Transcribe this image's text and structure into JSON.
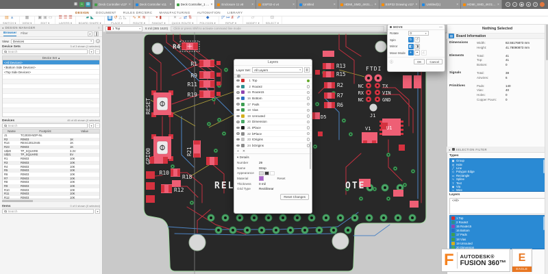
{
  "window": {
    "app_icons": [
      {
        "name": "menu-grid-icon",
        "glyph": "▦",
        "color": "#6d6d6d"
      },
      {
        "name": "home-icon",
        "glyph": "⌂",
        "color": "#4a9e52"
      },
      {
        "name": "data-panel-icon",
        "glyph": "▤",
        "color": "#2e9ab0"
      }
    ],
    "tabs": [
      {
        "label": "Deck Controller v13*",
        "icon_color": "#43a047"
      },
      {
        "label": "Deck Controller v11",
        "icon_color": "#1e88e5"
      },
      {
        "label": "Deck Controller_1 v13*",
        "icon_color": "#43a047",
        "active": true
      },
      {
        "label": "Enclosure 11 v8",
        "icon_color": "#fb8c00"
      },
      {
        "label": "ESP32-4 v4",
        "icon_color": "#fb8c00"
      },
      {
        "label": "Untitled",
        "icon_color": "#1e88e5"
      },
      {
        "label": "HDMI_SMD_4K010 v2",
        "icon_color": "#fb8c00"
      },
      {
        "label": "ESP32 Drawing v11*",
        "icon_color": "#fb8c00"
      },
      {
        "label": "Untitled(1)",
        "icon_color": "#1e88e5"
      },
      {
        "label": "HDMI_SMD_4K010 v1",
        "icon_color": "#fb8c00"
      }
    ],
    "window_icons": [
      {
        "name": "add-icon",
        "glyph": "+"
      },
      {
        "name": "job-status-icon",
        "glyph": "◔"
      },
      {
        "name": "extensions-icon",
        "glyph": "◆"
      },
      {
        "name": "notifications-icon",
        "glyph": "●"
      },
      {
        "name": "help-icon",
        "glyph": "?"
      },
      {
        "name": "profile-icon",
        "glyph": "",
        "color": "#e07840"
      }
    ],
    "menus": [
      "DESIGN",
      "DOCUMENT",
      "RULES DRC/ERC",
      "MANUFACTURING",
      "AUTOMATION",
      "LIBRARY"
    ]
  },
  "toolbar": {
    "groups": [
      {
        "label": "SWITCH",
        "icons": [
          {
            "name": "switch-board-icon",
            "glyph": "▤",
            "color": "#e8973d"
          },
          {
            "name": "switch-3d-icon",
            "glyph": "▲",
            "color": "#8fb3d9"
          }
        ]
      },
      {
        "label": "VIEW",
        "icons": [
          {
            "name": "grid-view-icon",
            "glyph": "▦",
            "color": "#9a9a9a"
          }
        ]
      },
      {
        "label": "EDIT",
        "icons": [
          {
            "name": "copy-icon",
            "glyph": "▣",
            "color": "#9a9a9a"
          },
          {
            "name": "paste-icon",
            "glyph": "▣",
            "color": "#b5b5b5"
          },
          {
            "name": "delete-icon",
            "glyph": "▭",
            "color": "#9a9a9a"
          }
        ]
      },
      {
        "label": "LAYERS",
        "icons": [
          {
            "name": "layer-stack-icon",
            "glyph": "☰",
            "color": "#c0392b"
          },
          {
            "name": "layer-add-icon",
            "glyph": "☰",
            "color": "#d45a4a"
          },
          {
            "name": "layer-color-icon",
            "glyph": "☰",
            "color": "#c0392b"
          }
        ]
      },
      {
        "label": "BOARD SHAPE",
        "icons": [
          {
            "name": "board-outline-icon",
            "glyph": "▰",
            "color": "#2e9a8f"
          },
          {
            "name": "board-corner-icon",
            "glyph": "◣",
            "color": "#2e9a8f"
          }
        ]
      },
      {
        "label": "PLACE",
        "icons": [
          {
            "name": "place-component-icon",
            "glyph": "▦",
            "color": "#ffffff",
            "active": true
          },
          {
            "name": "rotate-icon",
            "glyph": "↺",
            "color": "#d2691e"
          },
          {
            "name": "align-icon",
            "glyph": "△",
            "color": "#9a9a9a"
          },
          {
            "name": "measure-icon",
            "glyph": "◺",
            "color": "#9a9a9a"
          }
        ]
      },
      {
        "label": "ROUTE",
        "icons": [
          {
            "name": "route-manual-icon",
            "glyph": "∿",
            "color": "#d2691e"
          },
          {
            "name": "route-differential-icon",
            "glyph": "✕",
            "color": "#d2691e"
          },
          {
            "name": "route-length-icon",
            "glyph": "≋",
            "color": "#c0392b"
          }
        ]
      },
      {
        "label": "FANOUT",
        "icons": [
          {
            "name": "fanout-via-icon",
            "glyph": "⌖",
            "color": "#c0392b"
          },
          {
            "name": "fanout-stack-icon",
            "glyph": "▮",
            "color": "#c0392b"
          }
        ]
      },
      {
        "label": "QUICK ROUTE",
        "icons": [
          {
            "name": "quickroute-icon",
            "glyph": "✕",
            "color": "#9a9a9a"
          },
          {
            "name": "autoroute-icon",
            "glyph": "→",
            "color": "#c0392b"
          },
          {
            "name": "unroute-icon",
            "glyph": "⇄",
            "color": "#2d6fc4"
          },
          {
            "name": "reroute-icon",
            "glyph": "⇅",
            "color": "#c0392b"
          }
        ]
      },
      {
        "label": "POLYGON",
        "icons": [
          {
            "name": "polygon-icon",
            "glyph": "◆",
            "color": "#2d6fc4"
          }
        ]
      },
      {
        "label": "RIPUP",
        "icons": [
          {
            "name": "ripup-icon",
            "glyph": "◸",
            "color": "#2d6fc4"
          },
          {
            "name": "ripup-all-icon",
            "glyph": "↦",
            "color": "#2d6fc4"
          },
          {
            "name": "cleanup-icon",
            "glyph": "≢",
            "color": "#c0392b"
          },
          {
            "name": "swap-icon",
            "glyph": "⇗",
            "color": "#2d6fc4"
          }
        ]
      },
      {
        "label": "MODIFY",
        "icons": [
          {
            "name": "modify-tool-icon",
            "glyph": "▱",
            "color": "#9a9a9a"
          }
        ]
      },
      {
        "label": "SELECT",
        "icons": [
          {
            "name": "select-cursor-icon",
            "glyph": "⊡",
            "color": "#9a9a9a"
          }
        ]
      }
    ]
  },
  "statusbar": {
    "active_layer": "1 Top",
    "active_layer_color": "#d42e2e",
    "grid_readout": "6 mil (385 1620)",
    "hint": "Click or press Shift to activate command line mode"
  },
  "design_manager": {
    "title": "DESIGN MANAGER",
    "tabs": [
      "Browser",
      "Filter"
    ],
    "view_label": "View",
    "view_value": "Devices",
    "device_sets": {
      "title": "Device Sets",
      "count": "3 of 3 shown (1 selected)",
      "search_placeholder": "Search",
      "column": "Device Set",
      "rows": [
        "<All Devices>",
        "<Bottom Side Devices>",
        "<Top Side Devices>"
      ]
    },
    "devices": {
      "title": "Devices",
      "count": "45 of 45 shown (0 selected)",
      "search_placeholder": "Search",
      "columns": [
        "Name",
        "Footprint",
        "Value"
      ],
      "rows": [
        [
          "J1",
          "TC2030-NDP-NL",
          ""
        ],
        [
          "R2",
          "R0603",
          "1K"
        ],
        [
          "R14",
          "RESC2012X45",
          "1K"
        ],
        [
          "R23",
          "R0603",
          "1K"
        ],
        [
          "U$20",
          "TP_SQUARE",
          "3.3V"
        ],
        [
          "U$21",
          "TP_SQUARE",
          "5V"
        ],
        [
          "R1",
          "R0603",
          "10K"
        ],
        [
          "R3",
          "R0603",
          "10K"
        ],
        [
          "R4",
          "R0603",
          "10K"
        ],
        [
          "R5",
          "R0603",
          "10K"
        ],
        [
          "R6",
          "R0603",
          "10K"
        ],
        [
          "R7",
          "R0603",
          "10K"
        ],
        [
          "R8",
          "R0603",
          "10K"
        ],
        [
          "R9",
          "R0603",
          "10K"
        ],
        [
          "R10",
          "R0603",
          "10K"
        ],
        [
          "R11",
          "R0603",
          "10K"
        ],
        [
          "R12",
          "R0603",
          "10K"
        ]
      ]
    },
    "items": {
      "title": "Items",
      "count": "0 of 0 shown (0 selected)",
      "search_placeholder": "Search"
    }
  },
  "canvas": {
    "pcb_labels": {
      "r4": "R4",
      "r1": "R1",
      "r9": "R9",
      "r11": "R11",
      "r19": "R19",
      "reset": "RESET",
      "gpio0": "GPIO0",
      "r21": "R21",
      "r13": "R13",
      "r15": "R15",
      "r2": "R2",
      "r7": "R7",
      "r6": "R6",
      "ftdi": "FTDI",
      "nc1": "NC",
      "tx": "TX",
      "rx": "RX",
      "vin": "VIN",
      "nc2": "NC",
      "gnd": "GND",
      "j1": "J1",
      "v1": "V1",
      "d5": "D5",
      "u1": "U1",
      "r10": "R10",
      "r18": "R18",
      "r12": "R12",
      "rel": "REL",
      "ote": "OTE"
    }
  },
  "move_dialog": {
    "title": "MOVE",
    "rotate_label": "Rotate",
    "rotate_value": "0",
    "spin_label": "Spin",
    "mirror_label": "Mirror",
    "move_mode_label": "Move Mode",
    "ok": "OK",
    "cancel": "Cancel"
  },
  "layers_dialog": {
    "title": "Layers",
    "layer_set_label": "Layer Set:",
    "layer_set_value": "All Layers",
    "layers": [
      {
        "num": "1",
        "name": "Top",
        "color": "#d42e2e",
        "active": true
      },
      {
        "num": "2",
        "name": "Route2",
        "color": "#2f8f8f"
      },
      {
        "num": "15",
        "name": "Route15",
        "color": "#9046b0"
      },
      {
        "num": "16",
        "name": "Bottom",
        "color": "#2d6fc4"
      },
      {
        "num": "17",
        "name": "Pads",
        "color": "#3d9e52"
      },
      {
        "num": "18",
        "name": "Vias",
        "color": "#3d9e52"
      },
      {
        "num": "19",
        "name": "Unrouted",
        "color": "#d4af1e"
      },
      {
        "num": "20",
        "name": "Dimension",
        "color": "#49a866"
      },
      {
        "num": "21",
        "name": "tPlace",
        "color": "#1f1f1f"
      },
      {
        "num": "22",
        "name": "bPlace",
        "color": "#8c8c8c"
      },
      {
        "num": "23",
        "name": "tOrigins",
        "color": "#c2c2c2"
      },
      {
        "num": "24",
        "name": "bOrigins",
        "color": "#8c8c8c"
      }
    ],
    "details": {
      "label": "Details",
      "number_label": "Number",
      "number": "29",
      "name_label": "Name",
      "name": "tStop",
      "appearance_label": "Appearance",
      "material_label": "Material",
      "material_color": "#a864c8",
      "reset_label": "Reset",
      "thickness_label": "Thickness",
      "thickness": "0 mil",
      "grid_type_label": "Grid Type",
      "grid_type": "Rectilinear",
      "reset_changes": "Reset Changes"
    }
  },
  "inspector": {
    "title": "INSPECTOR",
    "status": "Nothing Selected",
    "section": "Board Information",
    "groups": [
      {
        "label": "Dimensions",
        "rows": [
          [
            "Width:",
            "82.55176873 mm"
          ],
          [
            "Height:",
            "41.78090873 mm"
          ]
        ]
      },
      {
        "label": "Elements",
        "rows": [
          [
            "Total:",
            "41"
          ],
          [
            "Top:",
            "41"
          ],
          [
            "Bottom:",
            "0"
          ]
        ]
      },
      {
        "label": "Signals",
        "rows": [
          [
            "Total:",
            "38"
          ],
          [
            "Airwires:",
            "6"
          ]
        ]
      },
      {
        "label": "Primitives",
        "rows": [
          [
            "Pads:",
            "140"
          ],
          [
            "Vias:",
            "40"
          ],
          [
            "Holes:",
            "0"
          ],
          [
            "Copper Pours:",
            "0"
          ]
        ]
      }
    ]
  },
  "selection_filter": {
    "title": "SELECTION FILTER",
    "types_label": "Types",
    "types": [
      {
        "name": "Group",
        "glyph": "▣"
      },
      {
        "name": "Hole",
        "glyph": "◎"
      },
      {
        "name": "Line",
        "glyph": "╱"
      },
      {
        "name": "Polygon Edge",
        "glyph": "◇"
      },
      {
        "name": "Rectangle",
        "glyph": "▭"
      },
      {
        "name": "Spline",
        "glyph": "∿"
      },
      {
        "name": "Text",
        "glyph": "T"
      },
      {
        "name": "Via",
        "glyph": "◉"
      },
      {
        "name": "Wire",
        "glyph": "≈"
      }
    ],
    "layers_label": "Layers",
    "all_item": "<All>",
    "layers": [
      {
        "num": "1",
        "name": "Top",
        "color": "#d42e2e"
      },
      {
        "num": "2",
        "name": "Route2",
        "color": "#2f8f8f"
      },
      {
        "num": "15",
        "name": "Route15",
        "color": "#9046b0"
      },
      {
        "num": "16",
        "name": "Bottom",
        "color": "#2d6fc4"
      },
      {
        "num": "17",
        "name": "Pads",
        "color": "#3d9e52"
      },
      {
        "num": "18",
        "name": "Vias",
        "color": "#3d9e52"
      },
      {
        "num": "19",
        "name": "Unrouted",
        "color": "#d4af1e"
      },
      {
        "num": "20",
        "name": "Dimension",
        "color": "#49a866"
      }
    ]
  },
  "branding": {
    "autodesk": "AUTODESK®",
    "product": "FUSION 360™",
    "eagle": "EAGLE"
  }
}
